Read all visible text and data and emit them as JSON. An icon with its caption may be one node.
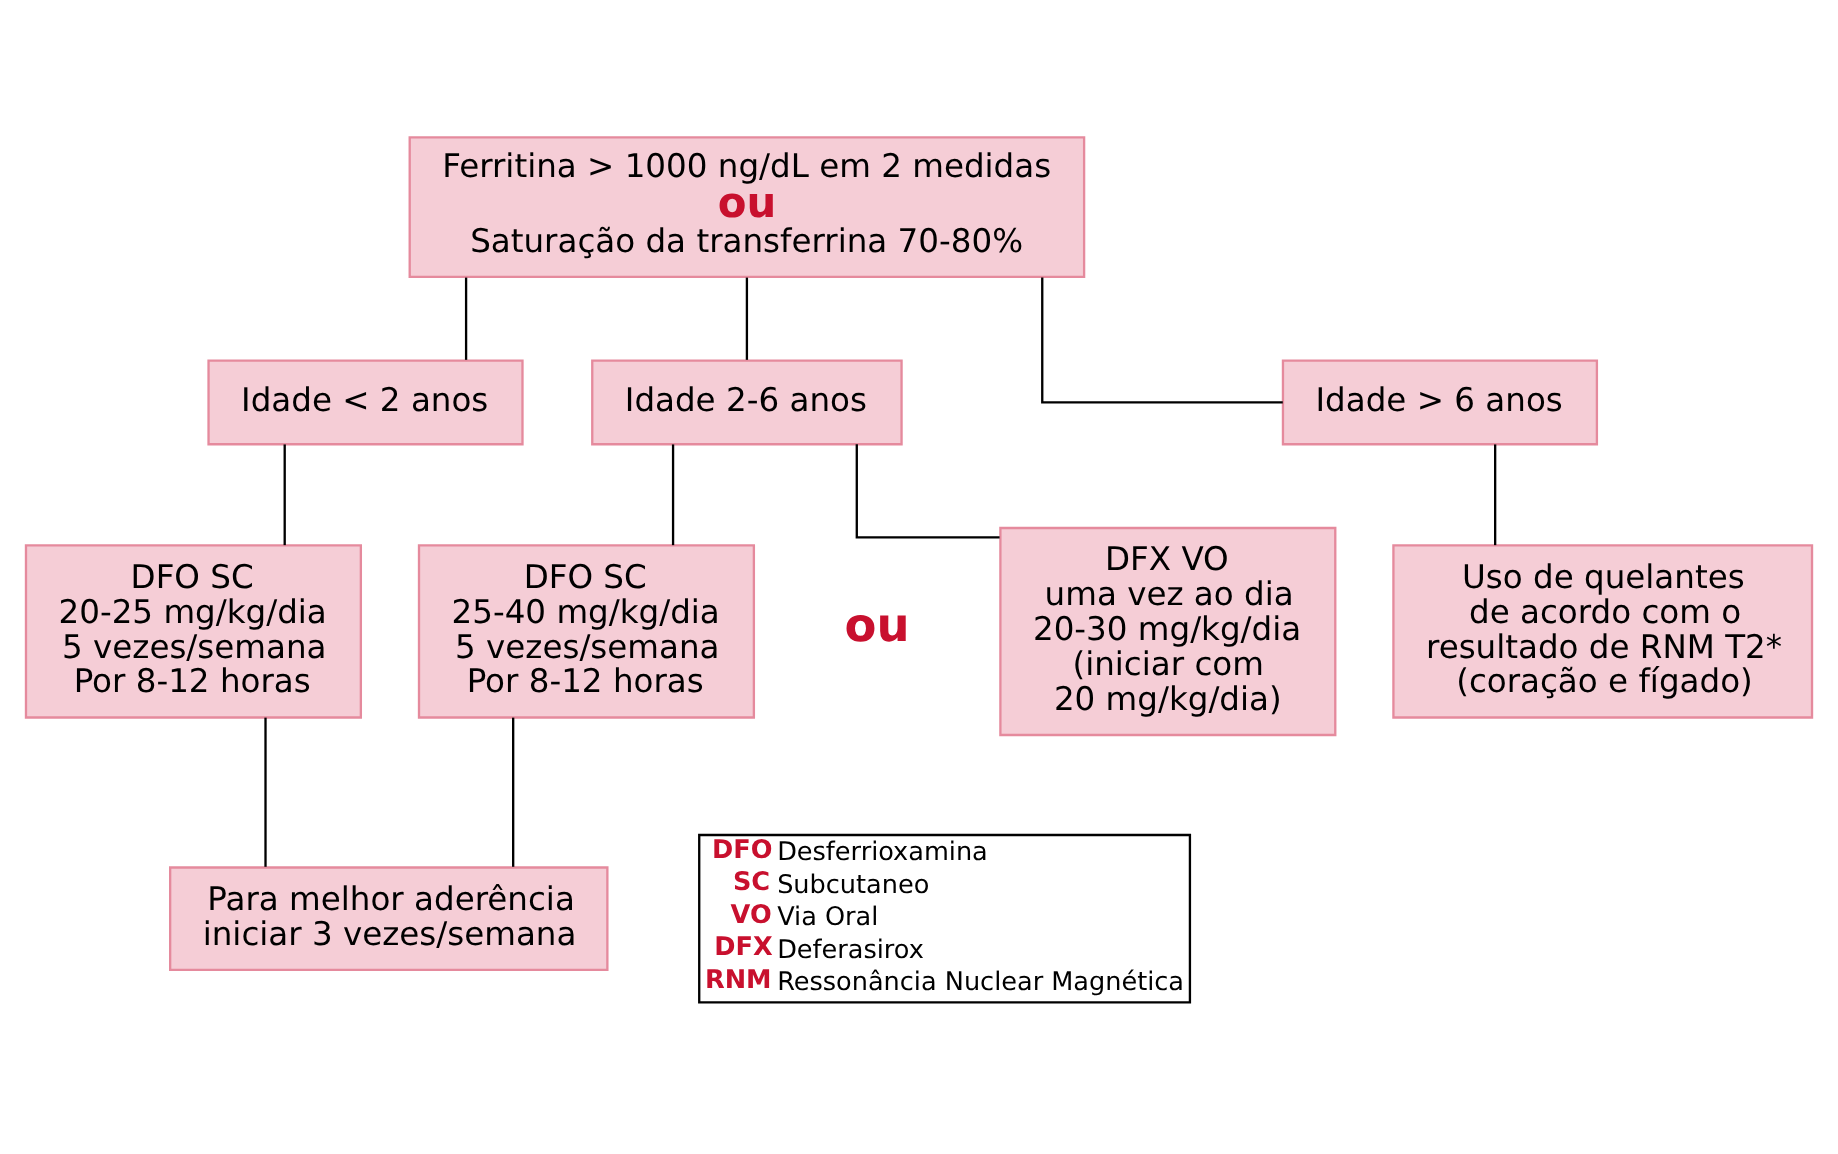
{
  "diagram": {
    "nodes": [
      {
        "text": [
          "Ferritina > 1000 ng/dL em 2 medidas",
          "ou",
          "Saturação da transferrina 70-80%"
        ]
      },
      {
        "text": [
          "Idade < 2 anos"
        ]
      },
      {
        "text": [
          "Idade 2-6 anos"
        ]
      },
      {
        "text": [
          "Idade > 6 anos"
        ]
      },
      {
        "text": [
          "DFO SC",
          "20-25 mg/kg/dia",
          "5 vezes/semana",
          "Por 8-12 horas"
        ]
      },
      {
        "text": [
          "DFO SC",
          "25-40 mg/kg/dia",
          "5 vezes/semana",
          "Por 8-12 horas"
        ]
      },
      {
        "text": [
          "DFX VO",
          "uma vez ao dia",
          "20-30 mg/kg/dia",
          "(iniciar com",
          "20 mg/kg/dia)"
        ]
      },
      {
        "text": [
          "Uso de quelantes",
          "de acordo com o",
          "resultado de RNM T2*",
          "(coração e fígado)"
        ]
      },
      {
        "text": [
          "Para melhor aderência",
          "iniciar 3 vezes/semana"
        ]
      }
    ],
    "edges": [
      {
        "from": 0,
        "to": 1,
        "arrow": "none"
      },
      {
        "from": 0,
        "to": 2,
        "arrow": "none"
      },
      {
        "from": 0,
        "to": 3,
        "arrow": "none"
      },
      {
        "from": 1,
        "to": 4,
        "arrow": "none"
      },
      {
        "from": 2,
        "to": 5,
        "arrow": "none"
      },
      {
        "from": 2,
        "to": 6,
        "arrow": "none"
      },
      {
        "from": 3,
        "to": 7,
        "arrow": "none"
      },
      {
        "from": 4,
        "to": 8,
        "arrow": "none"
      },
      {
        "from": 5,
        "to": 8,
        "arrow": "none"
      }
    ],
    "labels": [
      "ou",
      "DFO",
      "Desferrioxamina",
      "SC",
      "Subcutaneo",
      "VO",
      "Via Oral",
      "DFX",
      "Deferasirox",
      "RNM",
      "Ressonância Nuclear Magnética"
    ]
  }
}
